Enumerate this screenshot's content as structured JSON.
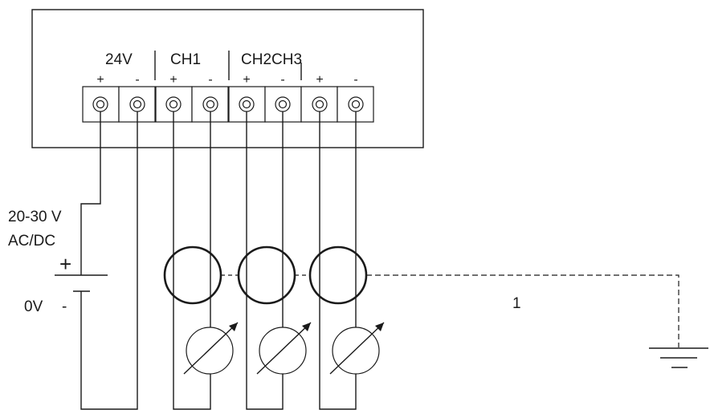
{
  "labels": {
    "v24": "24V",
    "ch1": "CH1",
    "ch2ch3": "CH2CH3",
    "supply_voltage": "20-30 V",
    "supply_type": "AC/DC",
    "plus": "+",
    "zero_volt": "0V",
    "minus": "-",
    "shield_ref": "1"
  },
  "terminal_signs": [
    "+",
    "-",
    "+",
    "-",
    "+",
    "-",
    "+",
    "-"
  ],
  "colors": {
    "line": "#1a1a1a",
    "background": "#ffffff"
  }
}
